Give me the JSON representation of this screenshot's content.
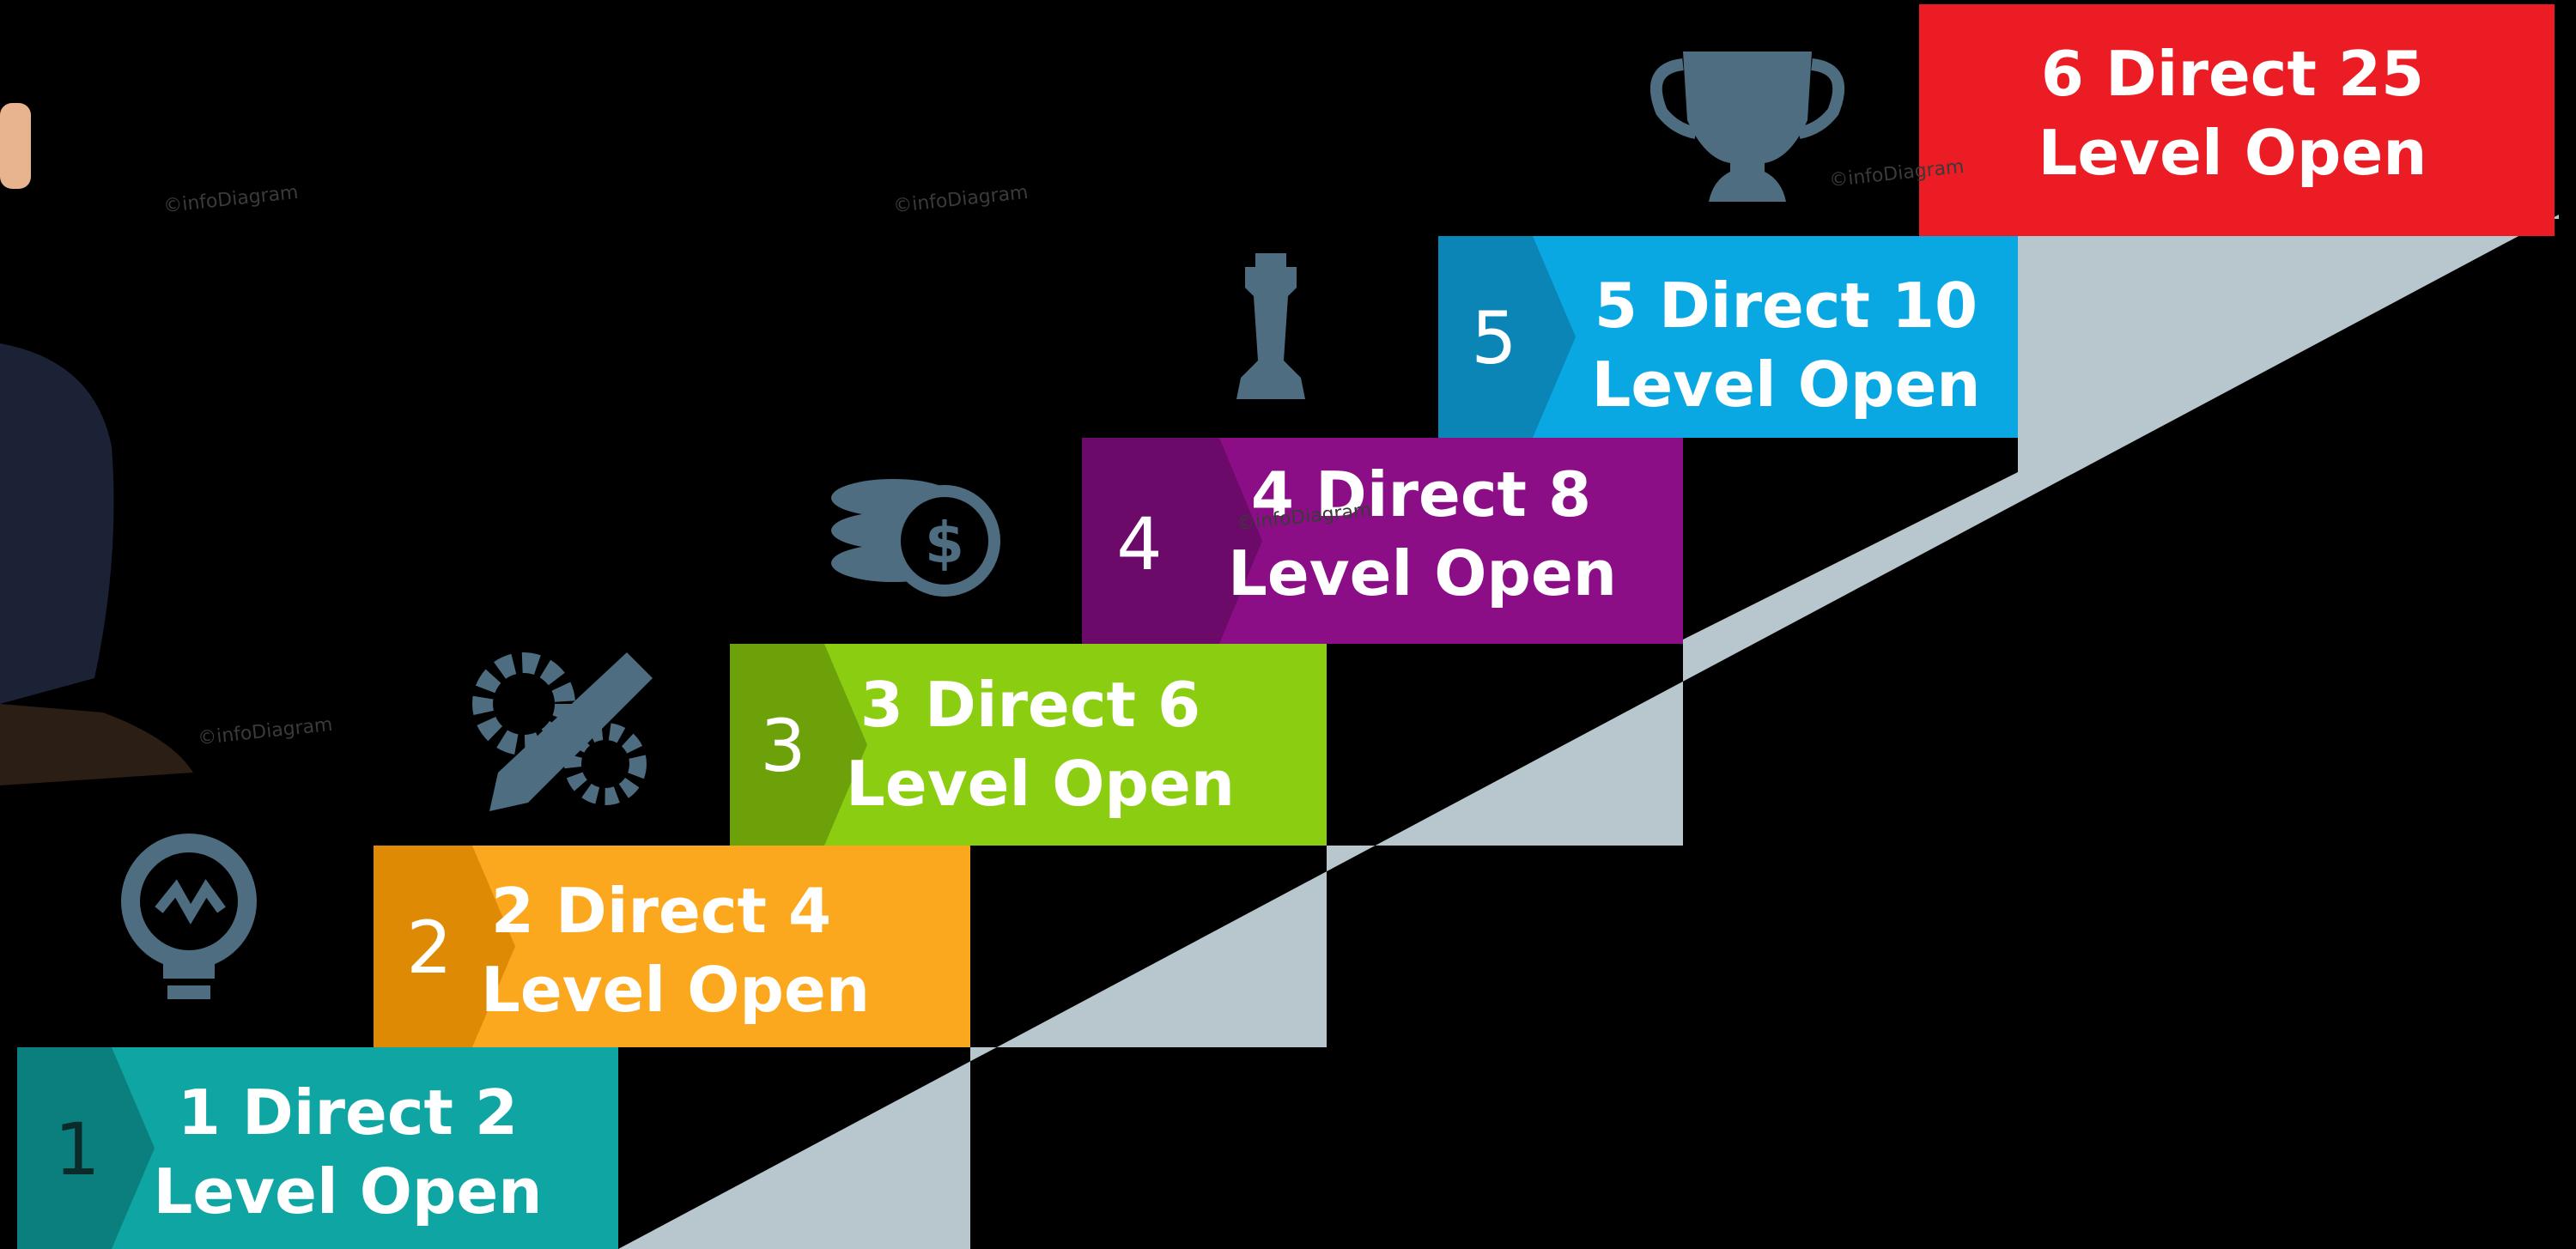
{
  "steps": [
    {
      "number": "1",
      "line1": "1 Direct 2",
      "line2": "Level Open",
      "color": "#0fa5a2",
      "tab_color": "#0a7f7e",
      "num_color": "#0b2a2a",
      "icon": ""
    },
    {
      "number": "2",
      "line1": "2 Direct 4",
      "line2": "Level Open",
      "color": "#fba81e",
      "tab_color": "#de8a05",
      "num_color": "#ffffff",
      "icon": "lightbulb-icon"
    },
    {
      "number": "3",
      "line1": "3 Direct 6",
      "line2": "Level Open",
      "color": "#8bce11",
      "tab_color": "#6ca10a",
      "num_color": "#ffffff",
      "icon": "gear-pencil-icon"
    },
    {
      "number": "4",
      "line1": "4 Direct 8",
      "line2": "Level Open",
      "color": "#8c0e86",
      "tab_color": "#6b0a68",
      "num_color": "#ffffff",
      "icon": "coins-dollar-icon"
    },
    {
      "number": "5",
      "line1": "5 Direct 10",
      "line2": "Level Open",
      "color": "#0aa8e3",
      "tab_color": "#0a85b6",
      "num_color": "#ffffff",
      "icon": "chess-rook-icon"
    },
    {
      "number": "",
      "line1": "6 Direct 25",
      "line2": "Level Open",
      "color": "#ec1c24",
      "tab_color": "#ec1c24",
      "num_color": "#ffffff",
      "icon": "trophy-icon"
    }
  ],
  "colors": {
    "riser": "#b7c7cd",
    "icon": "#4e6d80",
    "background": "#000000"
  },
  "watermarks": [
    "©infoDiagram",
    "©infoDiagram",
    "©infoDiagram",
    "©infoDiagram",
    "©infoDiagram"
  ]
}
